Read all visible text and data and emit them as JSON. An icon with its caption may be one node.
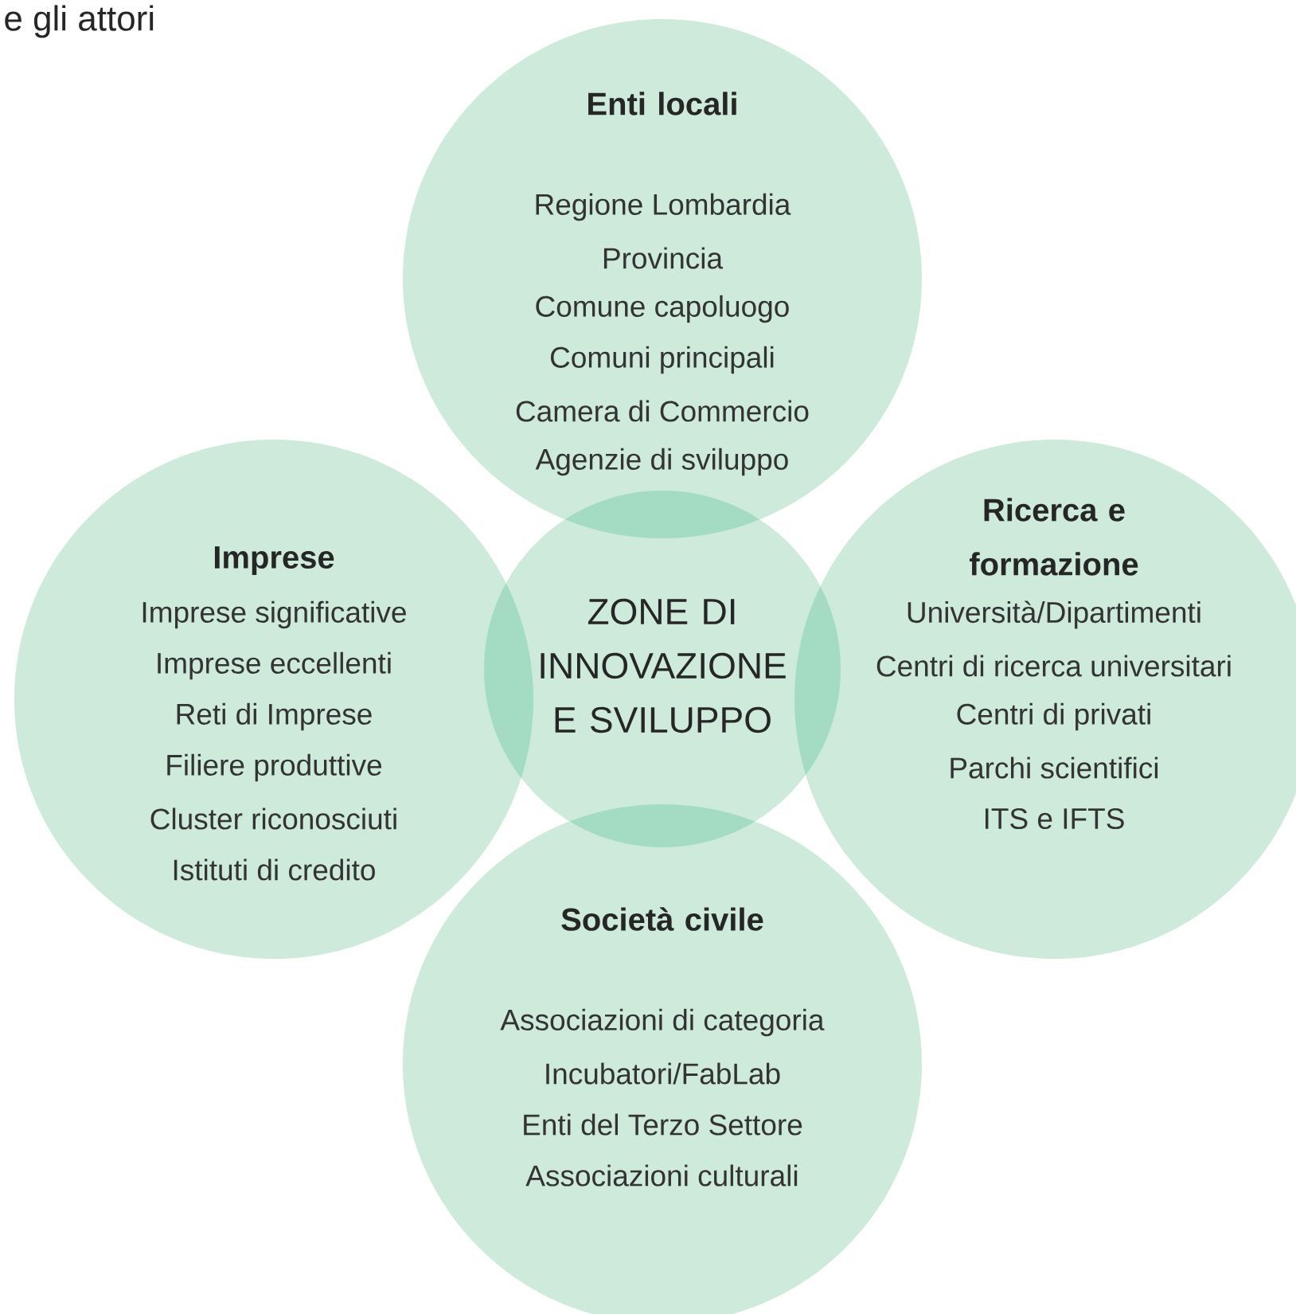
{
  "diagram": {
    "title": "e gli attori",
    "nodes": [
      {
        "text": [
          "Enti locali",
          "Regione Lombardia",
          "Provincia",
          "Comune capoluogo",
          "Comuni principali",
          "Camera di Commercio",
          "Agenzie di sviluppo"
        ]
      },
      {
        "text": [
          "Imprese",
          "Imprese significative",
          "Imprese eccellenti",
          "Reti di Imprese",
          "Filiere produttive",
          "Cluster riconosciuti",
          "Istituti di credito"
        ]
      },
      {
        "text": [
          "ZONE DI INNOVAZIONE E SVILUPPO"
        ]
      },
      {
        "text": [
          "Ricerca e formazione",
          "Università/Dipartimenti",
          "Centri di ricerca universitari",
          "Centri di privati",
          "Parchi scientifici",
          "ITS e IFTS"
        ]
      },
      {
        "text": [
          "Società civile",
          "Associazioni di categoria",
          "Incubatori/FabLab",
          "Enti del Terzo Settore",
          "Associazioni culturali"
        ]
      }
    ],
    "edges": []
  }
}
